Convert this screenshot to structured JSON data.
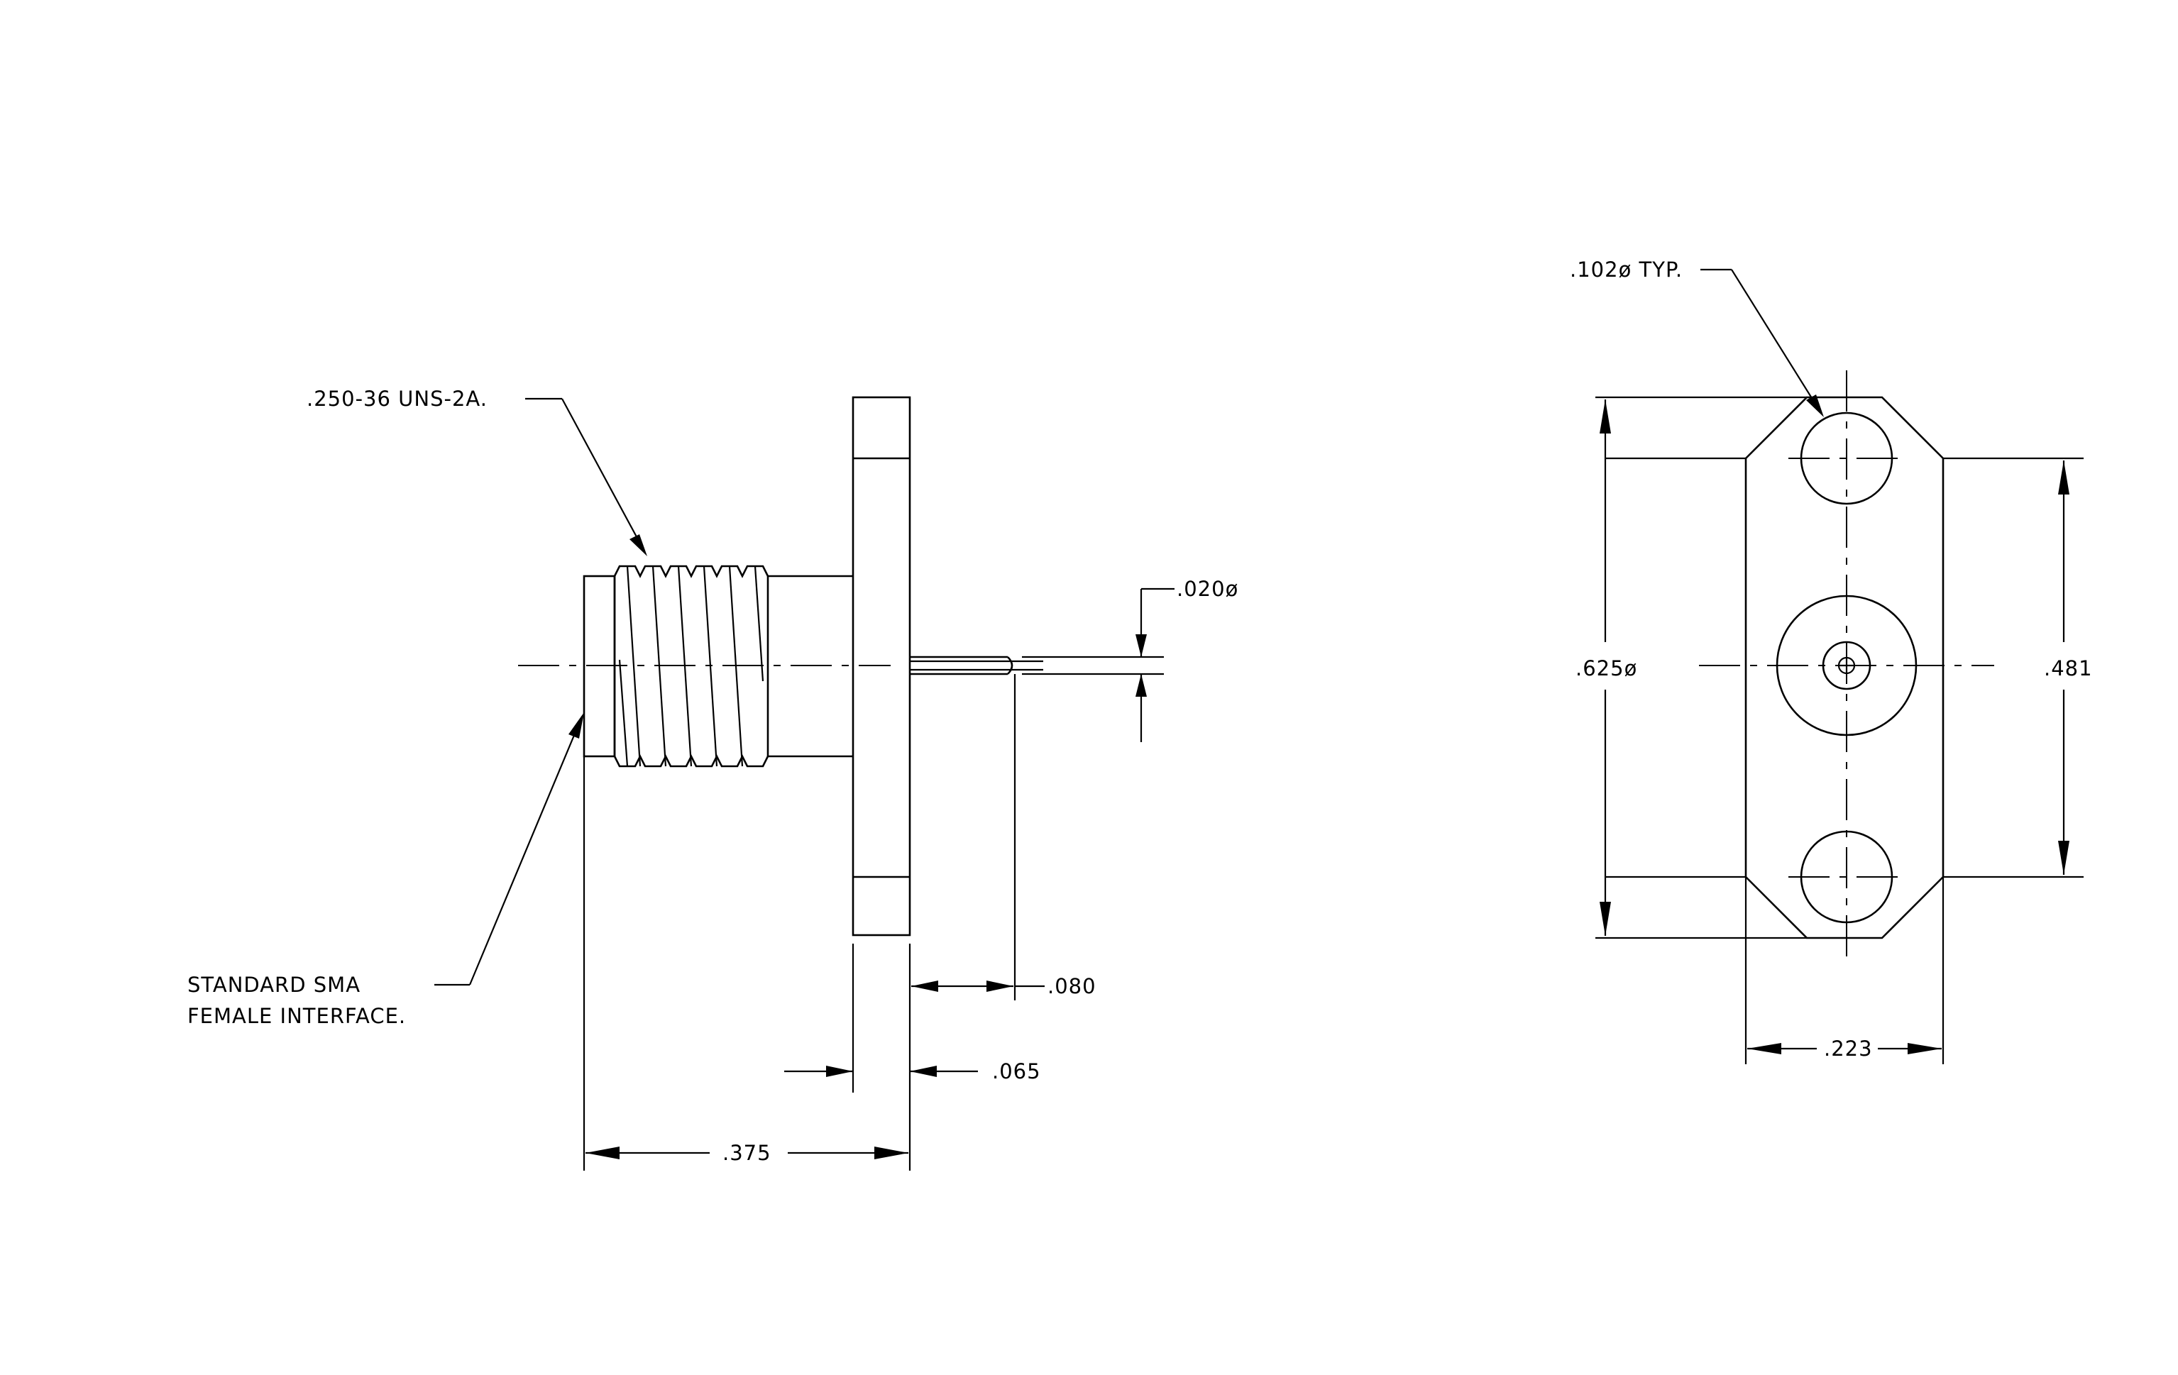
{
  "colors": {
    "line": "#000000",
    "background": "#ffffff"
  },
  "side_view": {
    "thread_callout": ".250-36 UNS-2A.",
    "interface_callout_line1": "STANDARD SMA",
    "interface_callout_line2": "FEMALE INTERFACE.",
    "pin_diameter": ".020ø",
    "pin_length": ".080",
    "flange_thickness": ".065",
    "overall_length": ".375"
  },
  "front_view": {
    "hole_diameter": ".102ø TYP.",
    "flange_height": ".625ø",
    "hole_spacing": ".481",
    "flange_width": ".223"
  }
}
